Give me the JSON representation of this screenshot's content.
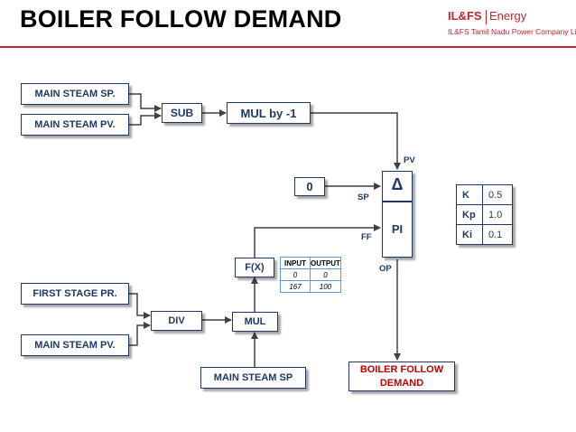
{
  "title": "BOILER FOLLOW DEMAND",
  "logo": {
    "mark": "IL&FS",
    "energy": "Energy",
    "subtitle": "IL&FS Tamil Nadu Power Company Limited"
  },
  "blocks": {
    "main_steam_sp_in": "MAIN STEAM SP.",
    "main_steam_pv_in": "MAIN STEAM PV.",
    "sub": "SUB",
    "mul_by": "MUL by -1",
    "zero": "0",
    "delta": "Δ",
    "pi": "PI",
    "fx": "F(X)",
    "first_stage_pr": "FIRST STAGE PR.",
    "main_steam_pv_2": "MAIN STEAM PV.",
    "div": "DIV",
    "mul": "MUL",
    "main_steam_sp_2": "MAIN STEAM SP",
    "output": "BOILER FOLLOW DEMAND"
  },
  "labels": {
    "pv": "PV",
    "sp": "SP",
    "ff": "FF",
    "op": "OP"
  },
  "fx_table": {
    "headers": [
      "INPUT",
      "OUTPUT"
    ],
    "rows": [
      [
        "0",
        "0"
      ],
      [
        "167",
        "100"
      ]
    ]
  },
  "pi_params": [
    {
      "name": "K",
      "value": "0.5"
    },
    {
      "name": "Kp",
      "value": "1.0"
    },
    {
      "name": "Ki",
      "value": "0.1"
    }
  ]
}
